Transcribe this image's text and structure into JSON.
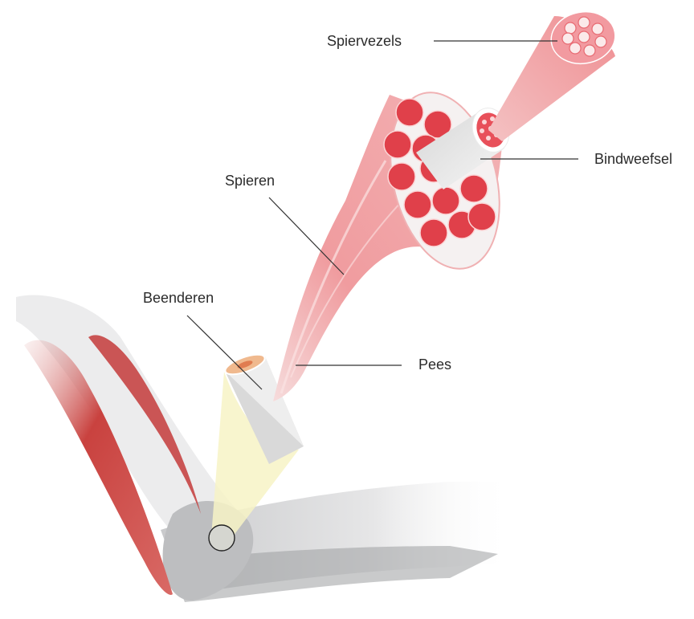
{
  "labels": {
    "spiervezels": "Spiervezels",
    "bindweefsel": "Bindweefsel",
    "spieren": "Spieren",
    "beenderen": "Beenderen",
    "pees": "Pees"
  },
  "colors": {
    "muscle_red": "#d9343b",
    "muscle_pink": "#f2a2a4",
    "bone_grey": "#c9cacc",
    "connective_white": "#eeeeee",
    "highlight_yellow": "#f7f3c6",
    "leader_line": "#333333"
  }
}
